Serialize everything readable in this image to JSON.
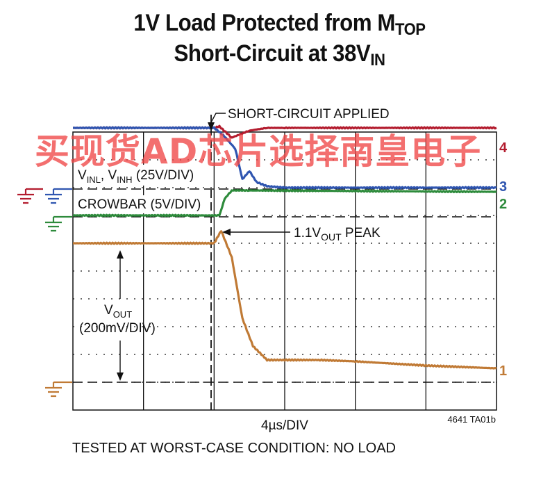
{
  "title": {
    "line1_main": "1V Load Protected from M",
    "line1_sub": "TOP",
    "line2_main": "Short-Circuit at 38V",
    "line2_sub": "IN"
  },
  "annotations": {
    "short_circuit": "SHORT-CIRCUIT APPLIED",
    "peak_a": "1.1V",
    "peak_sub": "OUT",
    "peak_b": " PEAK",
    "vin_a": "V",
    "vin_sub1": "INL",
    "vin_b": ", V",
    "vin_sub2": "INH",
    "vin_c": " (25V/DIV)",
    "crowbar": "CROWBAR (5V/DIV)",
    "vout_a": "V",
    "vout_sub": "OUT",
    "vout_scale": "(200mV/DIV)",
    "time_scale": "4µs/DIV",
    "figure_id": "4641 TA01b",
    "footer": "TESTED AT WORST-CASE CONDITION: NO LOAD",
    "watermark": "买现货AD芯片选择南皇电子"
  },
  "colors": {
    "ch1": "#c07a35",
    "ch2": "#2e8b3c",
    "ch3": "#2f55b0",
    "ch4": "#b31c2e",
    "watermark": "#f04646"
  },
  "chart_data": {
    "type": "line",
    "x": {
      "unit": "µs",
      "scale": "4µs/DIV",
      "range": [
        0,
        24
      ],
      "trigger": 8
    },
    "grid": true,
    "channel_markers": [
      "4",
      "3",
      "2",
      "1"
    ],
    "series": [
      {
        "marker": "4",
        "color": "#b31c2e",
        "x": [
          0,
          8,
          8.3,
          9,
          10,
          11,
          12,
          24
        ],
        "y": [
          4.15,
          4.15,
          4.2,
          3.8,
          4.05,
          4.15,
          4.15,
          4.15
        ]
      },
      {
        "marker": "3",
        "color": "#2f55b0",
        "x": [
          0,
          8,
          8.5,
          9.2,
          9.6,
          10,
          10.4,
          11,
          12,
          24
        ],
        "y": [
          4.15,
          4.15,
          3.9,
          3.4,
          2.3,
          2.6,
          2.2,
          2.05,
          2.0,
          2.0
        ]
      },
      {
        "marker": "2",
        "color": "#2e8b3c",
        "x": [
          0,
          8.3,
          8.6,
          9,
          10,
          24
        ],
        "y": [
          1.0,
          1.0,
          1.6,
          1.9,
          1.9,
          1.85
        ]
      },
      {
        "marker": "1",
        "color": "#c07a35",
        "x": [
          0,
          8,
          8.4,
          9,
          9.6,
          10.2,
          11,
          12,
          14,
          16,
          20,
          24
        ],
        "y": [
          0.0,
          0.0,
          0.45,
          -0.5,
          -2.7,
          -3.7,
          -4.2,
          -4.2,
          -4.2,
          -4.25,
          -4.4,
          -4.5
        ]
      }
    ]
  }
}
